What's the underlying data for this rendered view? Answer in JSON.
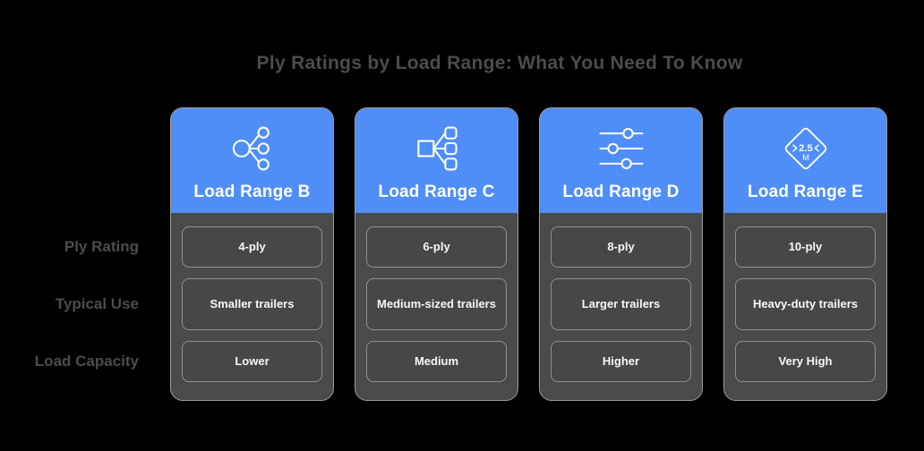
{
  "title": "Ply Ratings by Load Range: What You Need To Know",
  "colors": {
    "background": "#000000",
    "header_blue": "#4f8ef7",
    "card_body_grey": "#4a4a4a",
    "cell_border_grey": "#8f8f8f",
    "card_border_grey": "#9c9c9c",
    "muted_text_grey": "#4c4c4c",
    "cell_text_white": "#f7f7f7"
  },
  "row_labels": [
    "Ply Rating",
    "Typical Use",
    "Load Capacity"
  ],
  "columns": [
    {
      "title": "Load Range B",
      "icon": "share-network-icon",
      "ply_rating": "4-ply",
      "typical_use": "Smaller trailers",
      "load_capacity": "Lower"
    },
    {
      "title": "Load Range C",
      "icon": "sitemap-icon",
      "ply_rating": "6-ply",
      "typical_use": "Medium-sized trailers",
      "load_capacity": "Medium"
    },
    {
      "title": "Load Range D",
      "icon": "sliders-icon",
      "ply_rating": "8-ply",
      "typical_use": "Larger trailers",
      "load_capacity": "Higher"
    },
    {
      "title": "Load Range E",
      "icon": "weight-limit-sign-icon",
      "icon_value": "2.5",
      "icon_unit": "M",
      "ply_rating": "10-ply",
      "typical_use": "Heavy-duty trailers",
      "load_capacity": "Very High"
    }
  ]
}
